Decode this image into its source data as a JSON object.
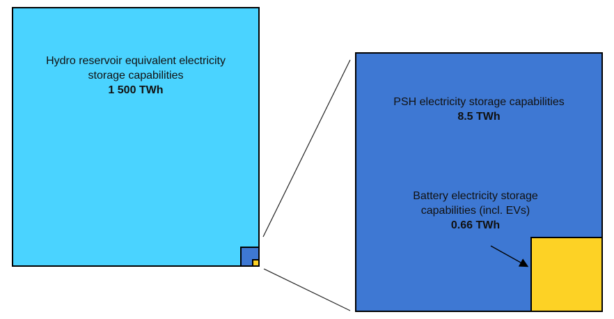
{
  "colors": {
    "hydro": "#4ad3ff",
    "psh": "#3e78d3",
    "battery": "#fdd225",
    "border": "#000000"
  },
  "hydro": {
    "label_line1": "Hydro reservoir equivalent electricity",
    "label_line2": "storage capabilities",
    "value": "1 500 TWh"
  },
  "psh": {
    "label_line1": "PSH electricity storage capabilities",
    "value": "8.5 TWh"
  },
  "battery": {
    "label_line1": "Battery electricity storage",
    "label_line2": "capabilities (incl. EVs)",
    "value": "0.66 TWh"
  }
}
